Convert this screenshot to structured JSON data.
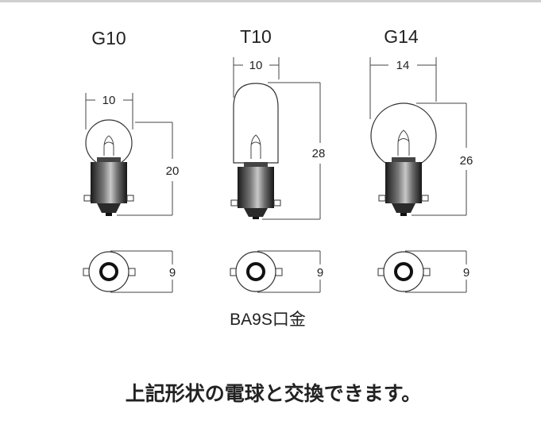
{
  "bulbs": [
    {
      "title": "G10",
      "width_label": "10",
      "height_label": "20",
      "base_label": "9"
    },
    {
      "title": "T10",
      "width_label": "10",
      "height_label": "28",
      "base_label": "9"
    },
    {
      "title": "G14",
      "width_label": "14",
      "height_label": "26",
      "base_label": "9"
    }
  ],
  "base_type": "BA9S口金",
  "notice": "上記形状の電球と交換できます。",
  "colors": {
    "line": "#444444",
    "text": "#222222",
    "background": "#ffffff"
  }
}
